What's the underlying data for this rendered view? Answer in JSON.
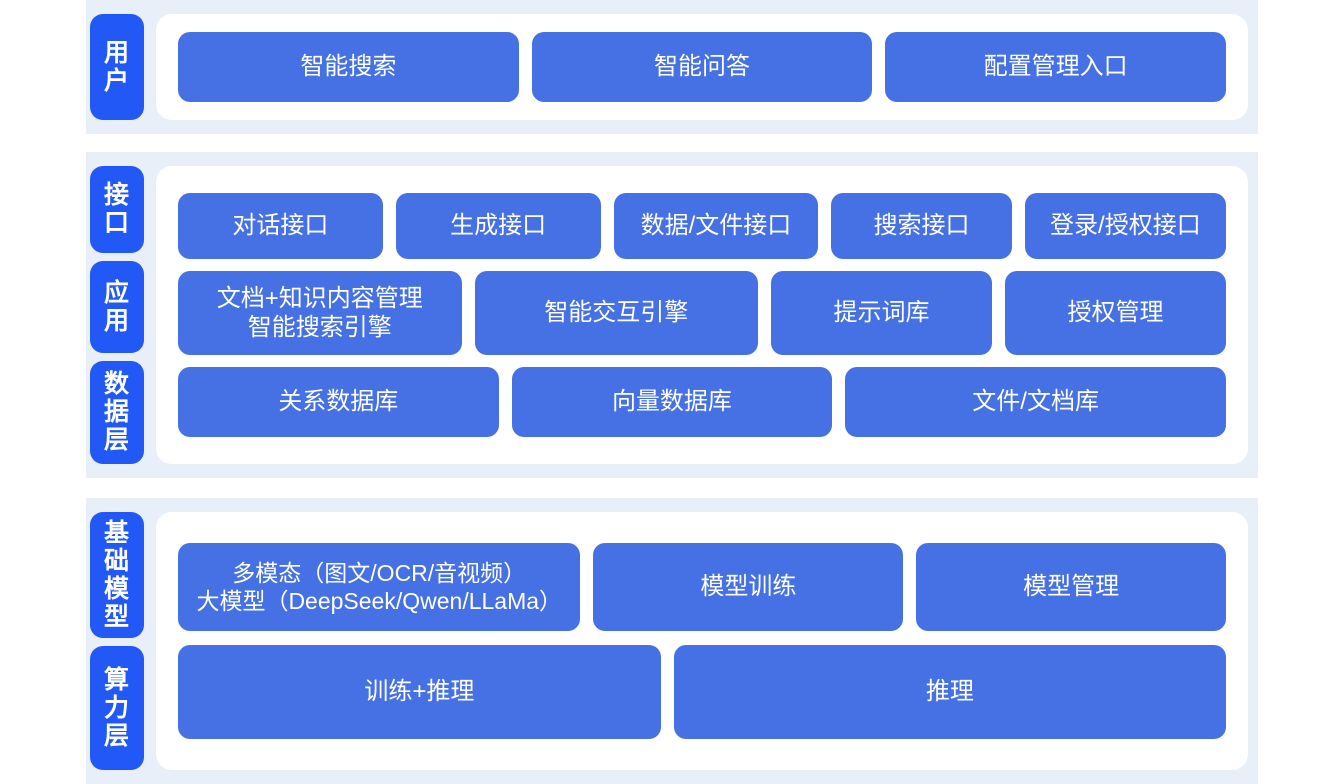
{
  "colors": {
    "band_background": "#e9eff8",
    "panel_background": "#ffffff",
    "box_blue": "#4571e4",
    "label_chip_blue": "#2258f5",
    "text_white": "#ffffff",
    "page_background": "#ffffff"
  },
  "sections": {
    "user": {
      "label": "用户",
      "boxes": [
        "智能搜索",
        "智能问答",
        "配置管理入口"
      ]
    },
    "middle": {
      "labels": {
        "interface": "接口",
        "application": "应用",
        "data": "数据层"
      },
      "interface_boxes": [
        "对话接口",
        "生成接口",
        "数据/文件接口",
        "搜索接口",
        "登录/授权接口"
      ],
      "application_boxes": [
        "文档+知识内容管理\n智能搜索引擎",
        "智能交互引擎",
        "提示词库",
        "授权管理"
      ],
      "data_boxes": [
        "关系数据库",
        "向量数据库",
        "文件/文档库"
      ]
    },
    "base": {
      "labels": {
        "model": "基础模型",
        "compute": "算力层"
      },
      "model_boxes": [
        "多模态（图文/OCR/音视频）\n大模型（DeepSeek/Qwen/LLaMa）",
        "模型训练",
        "模型管理"
      ],
      "compute_boxes": [
        "训练+推理",
        "推理"
      ]
    }
  }
}
